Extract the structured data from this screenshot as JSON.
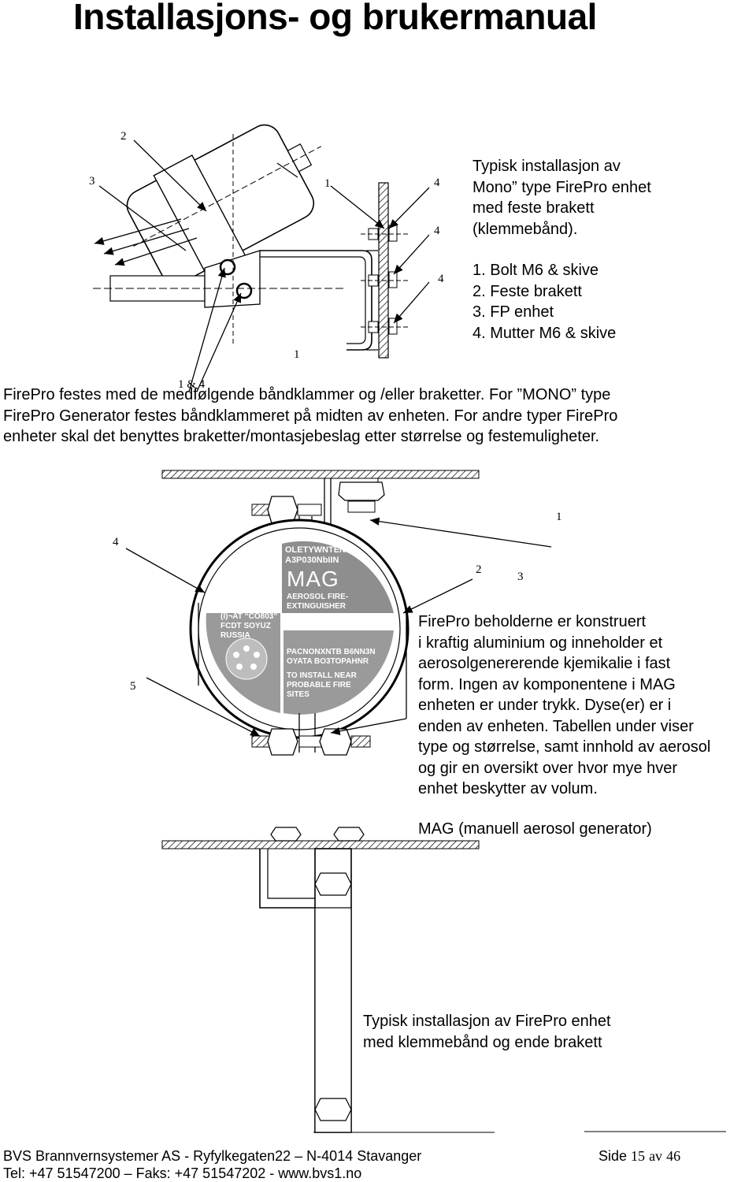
{
  "header": {
    "title": "Installasjons- og brukermanual"
  },
  "figure1": {
    "callouts": {
      "c2": "2",
      "c3": "3",
      "c1_top": "1",
      "c4_a": "4",
      "c4_b": "4",
      "c4_c": "4",
      "c1_bottom": "1",
      "c1and4": "1 & 4"
    },
    "caption_lines": [
      "Typisk installasjon av",
      "Mono” type FirePro enhet",
      "med feste brakett",
      "(klemmebånd)."
    ],
    "parts": [
      "1.  Bolt M6 & skive",
      "2.  Feste brakett",
      "3.  FP enhet",
      "4.  Mutter M6 & skive"
    ]
  },
  "paragraph": {
    "lines": [
      "FirePro festes med de medfølgende båndklammer og /eller braketter. For ”MONO” type",
      "FirePro Generator festes båndklammeret på midten av enheten. For andre typer FirePro",
      "enheter skal det benyttes braketter/montasjebeslag etter størrelse og festemuligheter."
    ]
  },
  "figure2": {
    "callouts": {
      "c1": "1",
      "c2": "2",
      "c3": "3",
      "c4": "4",
      "c5": "5"
    },
    "label_lines": {
      "top": [
        "OLETYWNTENb",
        "A3P030NbIIN"
      ],
      "brand": "MAG",
      "sub": [
        "AEROSOL FIRE-",
        "EXTINGUISHER"
      ],
      "left": [
        "(I)¬AT “CO803”",
        "FCDT SOYUZ",
        "RUSSIA"
      ],
      "right": [
        "PACNONXNTB B6NN3N",
        "OYATA BO3TOPAHNR",
        "TO INSTALL NEAR",
        "PROBABLE FIRE",
        "SITES"
      ]
    },
    "description_lines": [
      "FirePro beholderne er konstruert",
      "i kraftig aluminium og inneholder et",
      "aerosolgenererende kjemikalie i fast",
      "form. Ingen av komponentene i MAG",
      "enheten er under trykk. Dyse(er) er i",
      "enden av enheten. Tabellen under viser",
      "type og størrelse, samt innhold av aerosol",
      "og gir en oversikt over hvor mye hver",
      "enhet beskytter av volum."
    ],
    "caption": "MAG (manuell aerosol generator)"
  },
  "figure3": {
    "caption_lines": [
      "Typisk installasjon av FirePro enhet",
      "med klemmebånd og ende brakett"
    ]
  },
  "footer": {
    "company": "BVS Brannvernsystemer AS - Ryfylkegaten22 – N-4014 Stavanger",
    "contact": "Tel: +47 51547200 – Faks: +47 51547202 -  www.bvs1.no",
    "page_word": "Side",
    "page_number": "15",
    "page_of": "av",
    "page_total": "46"
  },
  "colors": {
    "ink": "#000000",
    "label_fill": "#9a9a9a",
    "label_dark": "#4a4a4a"
  }
}
